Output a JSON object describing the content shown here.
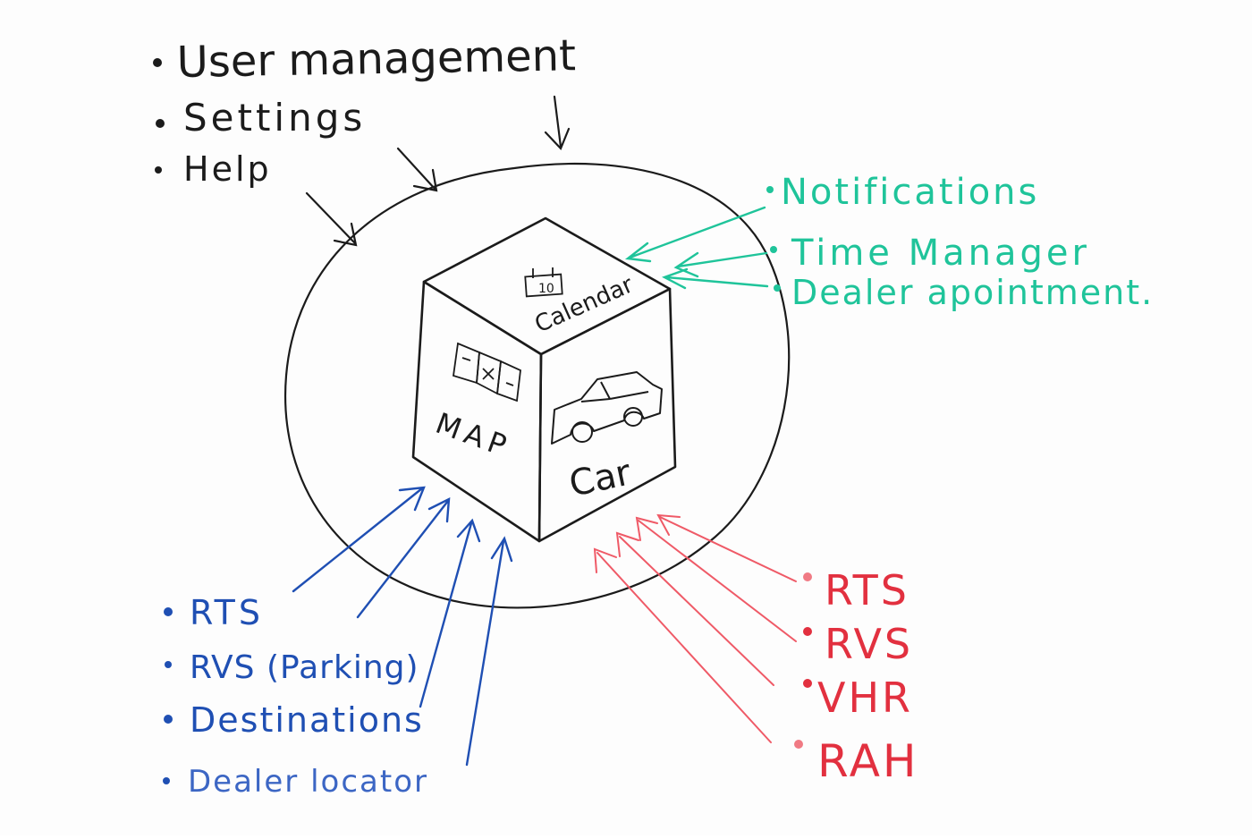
{
  "colors": {
    "black_ink": "#1b1b1b",
    "green_ink": "#1fc49a",
    "blue_ink": "#1f4fb3",
    "red_ink": "#e2303f"
  },
  "top_list": {
    "items": [
      "User management",
      "Settings",
      "Help"
    ]
  },
  "cube": {
    "top_face": {
      "icon": "calendar-icon",
      "icon_text": "10",
      "label": "Calendar"
    },
    "left_face": {
      "icon": "folded-map-icon",
      "label": "MAP"
    },
    "right_face": {
      "icon": "car-icon",
      "label": "Car"
    }
  },
  "green_list": {
    "items": [
      "Notifications",
      "Time Manager",
      "Dealer apointment."
    ]
  },
  "blue_list": {
    "items": [
      "RTS",
      "RVS (Parking)",
      "Destinations",
      "Dealer locator"
    ]
  },
  "red_list": {
    "items": [
      "RTS",
      "RVS",
      "VHR",
      "RAH"
    ]
  }
}
